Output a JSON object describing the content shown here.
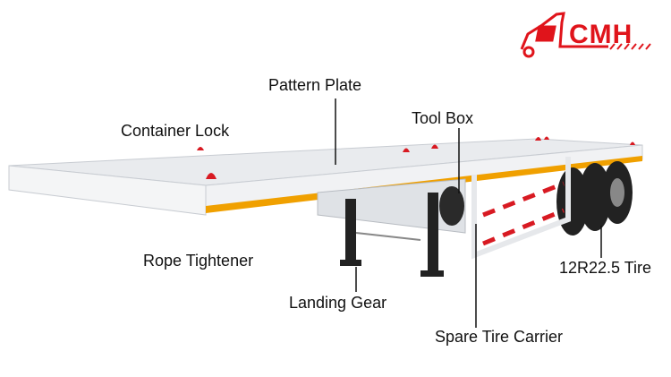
{
  "logo": {
    "text": "CMH",
    "color": "#e0141b"
  },
  "labels": {
    "pattern_plate": "Pattern Plate",
    "container_lock": "Container Lock",
    "tool_box": "Tool Box",
    "rope_tightener": "Rope Tightener",
    "landing_gear": "Landing Gear",
    "spare_tire_carrier": "Spare Tire Carrier",
    "tire": "12R22.5 Tire"
  },
  "colors": {
    "trailer": "#eef0f2",
    "stripe": "#f0a000",
    "lock": "#d81a22",
    "tire": "#222222"
  }
}
